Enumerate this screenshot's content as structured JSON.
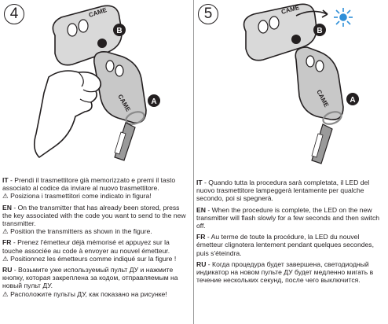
{
  "steps": [
    {
      "number": "4",
      "markers": [
        "B",
        "A"
      ],
      "paragraphs": [
        {
          "lang": "IT",
          "text": " - Prendi il trasmettitore già memorizzato e premi il tasto associato al codice da inviare al nuovo trasmettitore.",
          "warning": "⚠ Posiziona i trasmettitori come indicato in figura!"
        },
        {
          "lang": "EN",
          "text": " - On the transmitter that has already been stored, press the key associated with the code you want to send to the new transmitter.",
          "warning": "⚠ Position the transmitters as shown in the figure."
        },
        {
          "lang": "FR",
          "text": " - Prenez l'émetteur déjà mémorisé et appuyez sur la touche associée au code à envoyer au nouvel émetteur.",
          "warning": "⚠ Positionnez les émetteurs comme indiqué sur la figure !"
        },
        {
          "lang": "RU",
          "text": " - Возьмите уже используемый пульт ДУ и нажмите кнопку, которая закреплена за кодом, отправляемым на новый пульт ДУ.",
          "warning": "⚠ Расположите пульты ДУ, как показано на рисунке!"
        }
      ]
    },
    {
      "number": "5",
      "markers": [
        "B",
        "A"
      ],
      "paragraphs": [
        {
          "lang": "IT",
          "text": " - Quando tutta la procedura sarà completata, il LED del nuovo trasmettitore lampeggerà lentamente per qualche secondo, poi si spegnerà."
        },
        {
          "lang": "EN",
          "text": " - When the procedure is complete, the LED on the new transmitter will flash slowly for a few seconds and then switch off."
        },
        {
          "lang": "FR",
          "text": " - Au terme de toute la procédure, la LED du nouvel émetteur clignotera lentement pendant quelques secondes, puis s'éteindra."
        },
        {
          "lang": "RU",
          "text": " - Когда процедура будет завершена, светодиодный индикатор на новом пульте ДУ будет медленно мигать в течение нескольких секунд, после чего выключится."
        }
      ]
    }
  ],
  "brand": "CAME",
  "colors": {
    "led_blue": "#2f8fd8",
    "keyring": "#8a8a8a"
  }
}
